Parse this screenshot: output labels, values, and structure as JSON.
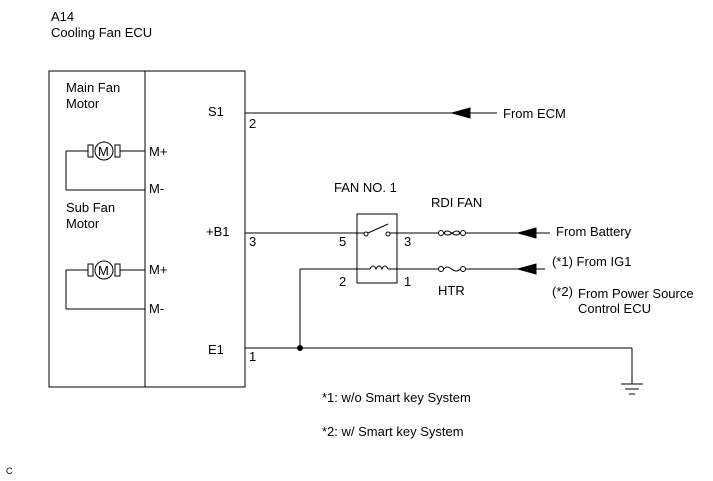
{
  "header": {
    "connector_code": "A14",
    "component_name": "Cooling Fan ECU"
  },
  "ecu": {
    "main_fan_line1": "Main Fan",
    "main_fan_line2": "Motor",
    "sub_fan_line1": "Sub Fan",
    "sub_fan_line2": "Motor",
    "motor_symbol": "M",
    "terminals": {
      "m_plus": "M+",
      "m_minus": "M-",
      "s1": "S1",
      "b1": "+B1",
      "e1": "E1"
    },
    "pins": {
      "s1": "2",
      "b1": "3",
      "e1": "1"
    }
  },
  "relay": {
    "name": "FAN NO. 1",
    "pin5": "5",
    "pin3": "3",
    "pin2": "2",
    "pin1": "1"
  },
  "fuses": {
    "rdi_fan": "RDI FAN",
    "htr": "HTR"
  },
  "sources": {
    "ecm": "From ECM",
    "battery": "From Battery",
    "ig1": "(*1) From IG1",
    "psc_marker": "(*2)",
    "psc_line1": "From Power Source",
    "psc_line2": "Control ECU"
  },
  "notes": {
    "note1": "*1: w/o Smart key System",
    "note2": "*2: w/ Smart key System"
  },
  "footer": {
    "corner_mark": "C"
  },
  "icons": [
    "motor-icon",
    "fuse-icon",
    "relay-switch-icon",
    "relay-coil-icon",
    "ground-icon",
    "arrow-left-icon"
  ]
}
